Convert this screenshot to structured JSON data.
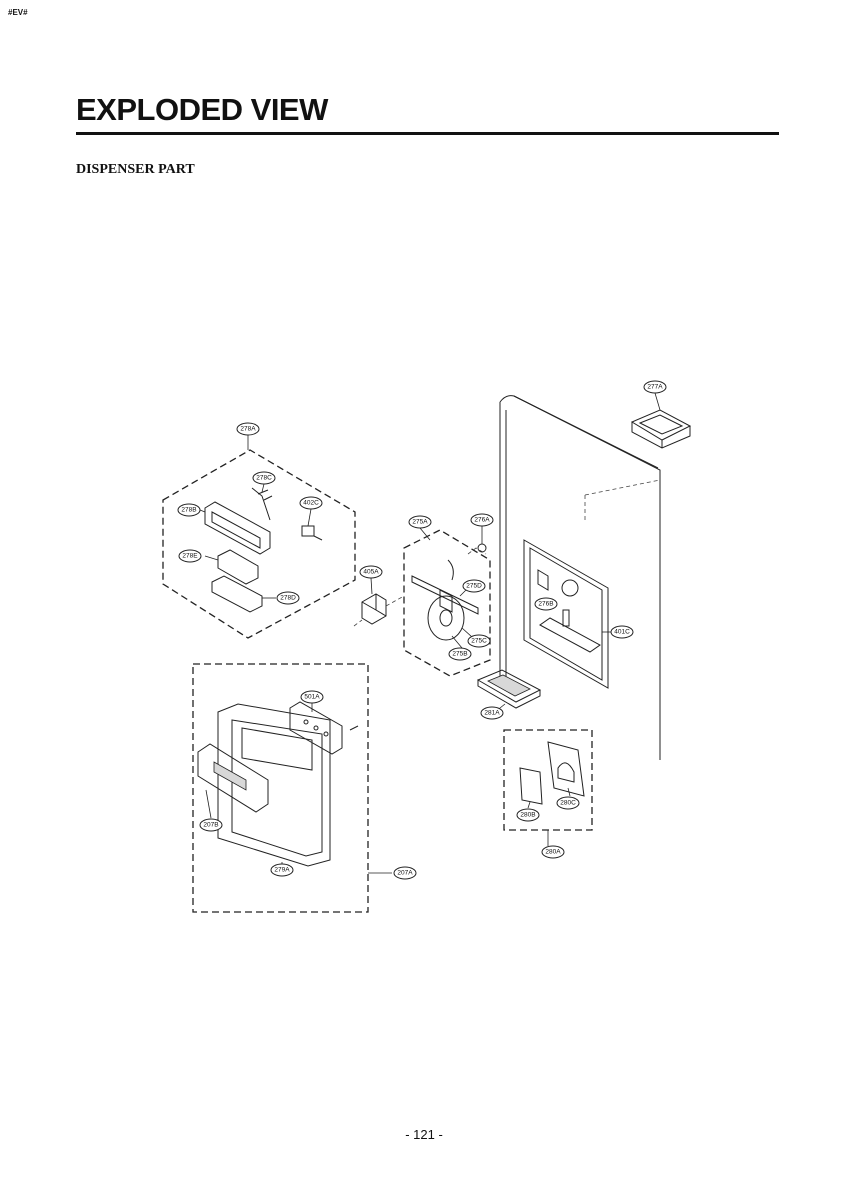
{
  "header": {
    "tag": "#EV#"
  },
  "page": {
    "title": "EXPLODED VIEW",
    "section": "DISPENSER PART",
    "page_number": "- 121 -"
  },
  "callouts": {
    "c277A": "277A",
    "c278A": "278A",
    "c278C": "278C",
    "c278B": "278B",
    "c402C": "402C",
    "c278E": "278E",
    "c278D": "278D",
    "c275A": "275A",
    "c276A": "276A",
    "c405A": "405A",
    "c275D": "275D",
    "c275C": "275C",
    "c275B": "275B",
    "c276B": "276B",
    "c401C": "401C",
    "c281A": "281A",
    "c501A": "501A",
    "c207B": "207B",
    "c279A": "279A",
    "c207A": "207A",
    "c280B": "280B",
    "c280C": "280C",
    "c280A": "280A"
  }
}
